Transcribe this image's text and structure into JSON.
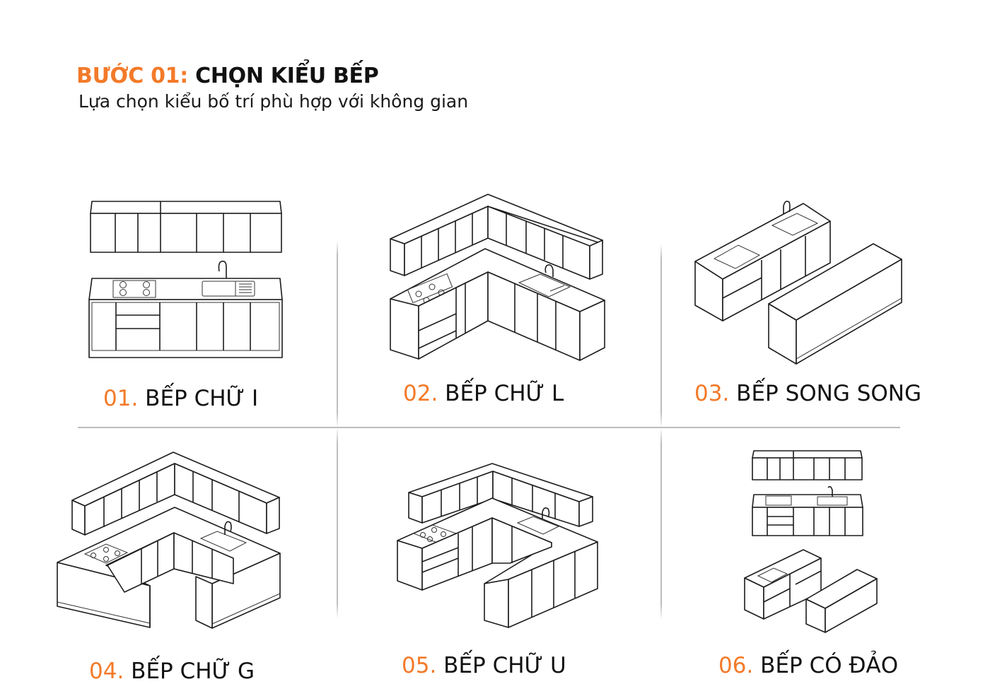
{
  "header": {
    "step_label": "BƯỚC 01:",
    "step_title": "CHỌN KIỂU BẾP",
    "subtitle": "Lựa chọn kiểu bố trí phù hợp với không gian"
  },
  "theme": {
    "accent_color": "#F37A29",
    "text_color": "#111111",
    "divider_color": "#BDBDBD"
  },
  "kitchen_types": [
    {
      "number": "01.",
      "name": "BẾP CHỮ I",
      "illustration": "straight-kitchen-icon"
    },
    {
      "number": "02.",
      "name": "BẾP CHỮ L",
      "illustration": "l-shaped-kitchen-icon"
    },
    {
      "number": "03.",
      "name": "BẾP SONG SONG",
      "illustration": "parallel-kitchen-icon"
    },
    {
      "number": "04.",
      "name": "BẾP CHỮ G",
      "illustration": "g-shaped-kitchen-icon"
    },
    {
      "number": "05.",
      "name": "BẾP CHỮ U",
      "illustration": "u-shaped-kitchen-icon"
    },
    {
      "number": "06.",
      "name": "BẾP CÓ ĐẢO",
      "illustration": "island-kitchen-icon"
    }
  ]
}
